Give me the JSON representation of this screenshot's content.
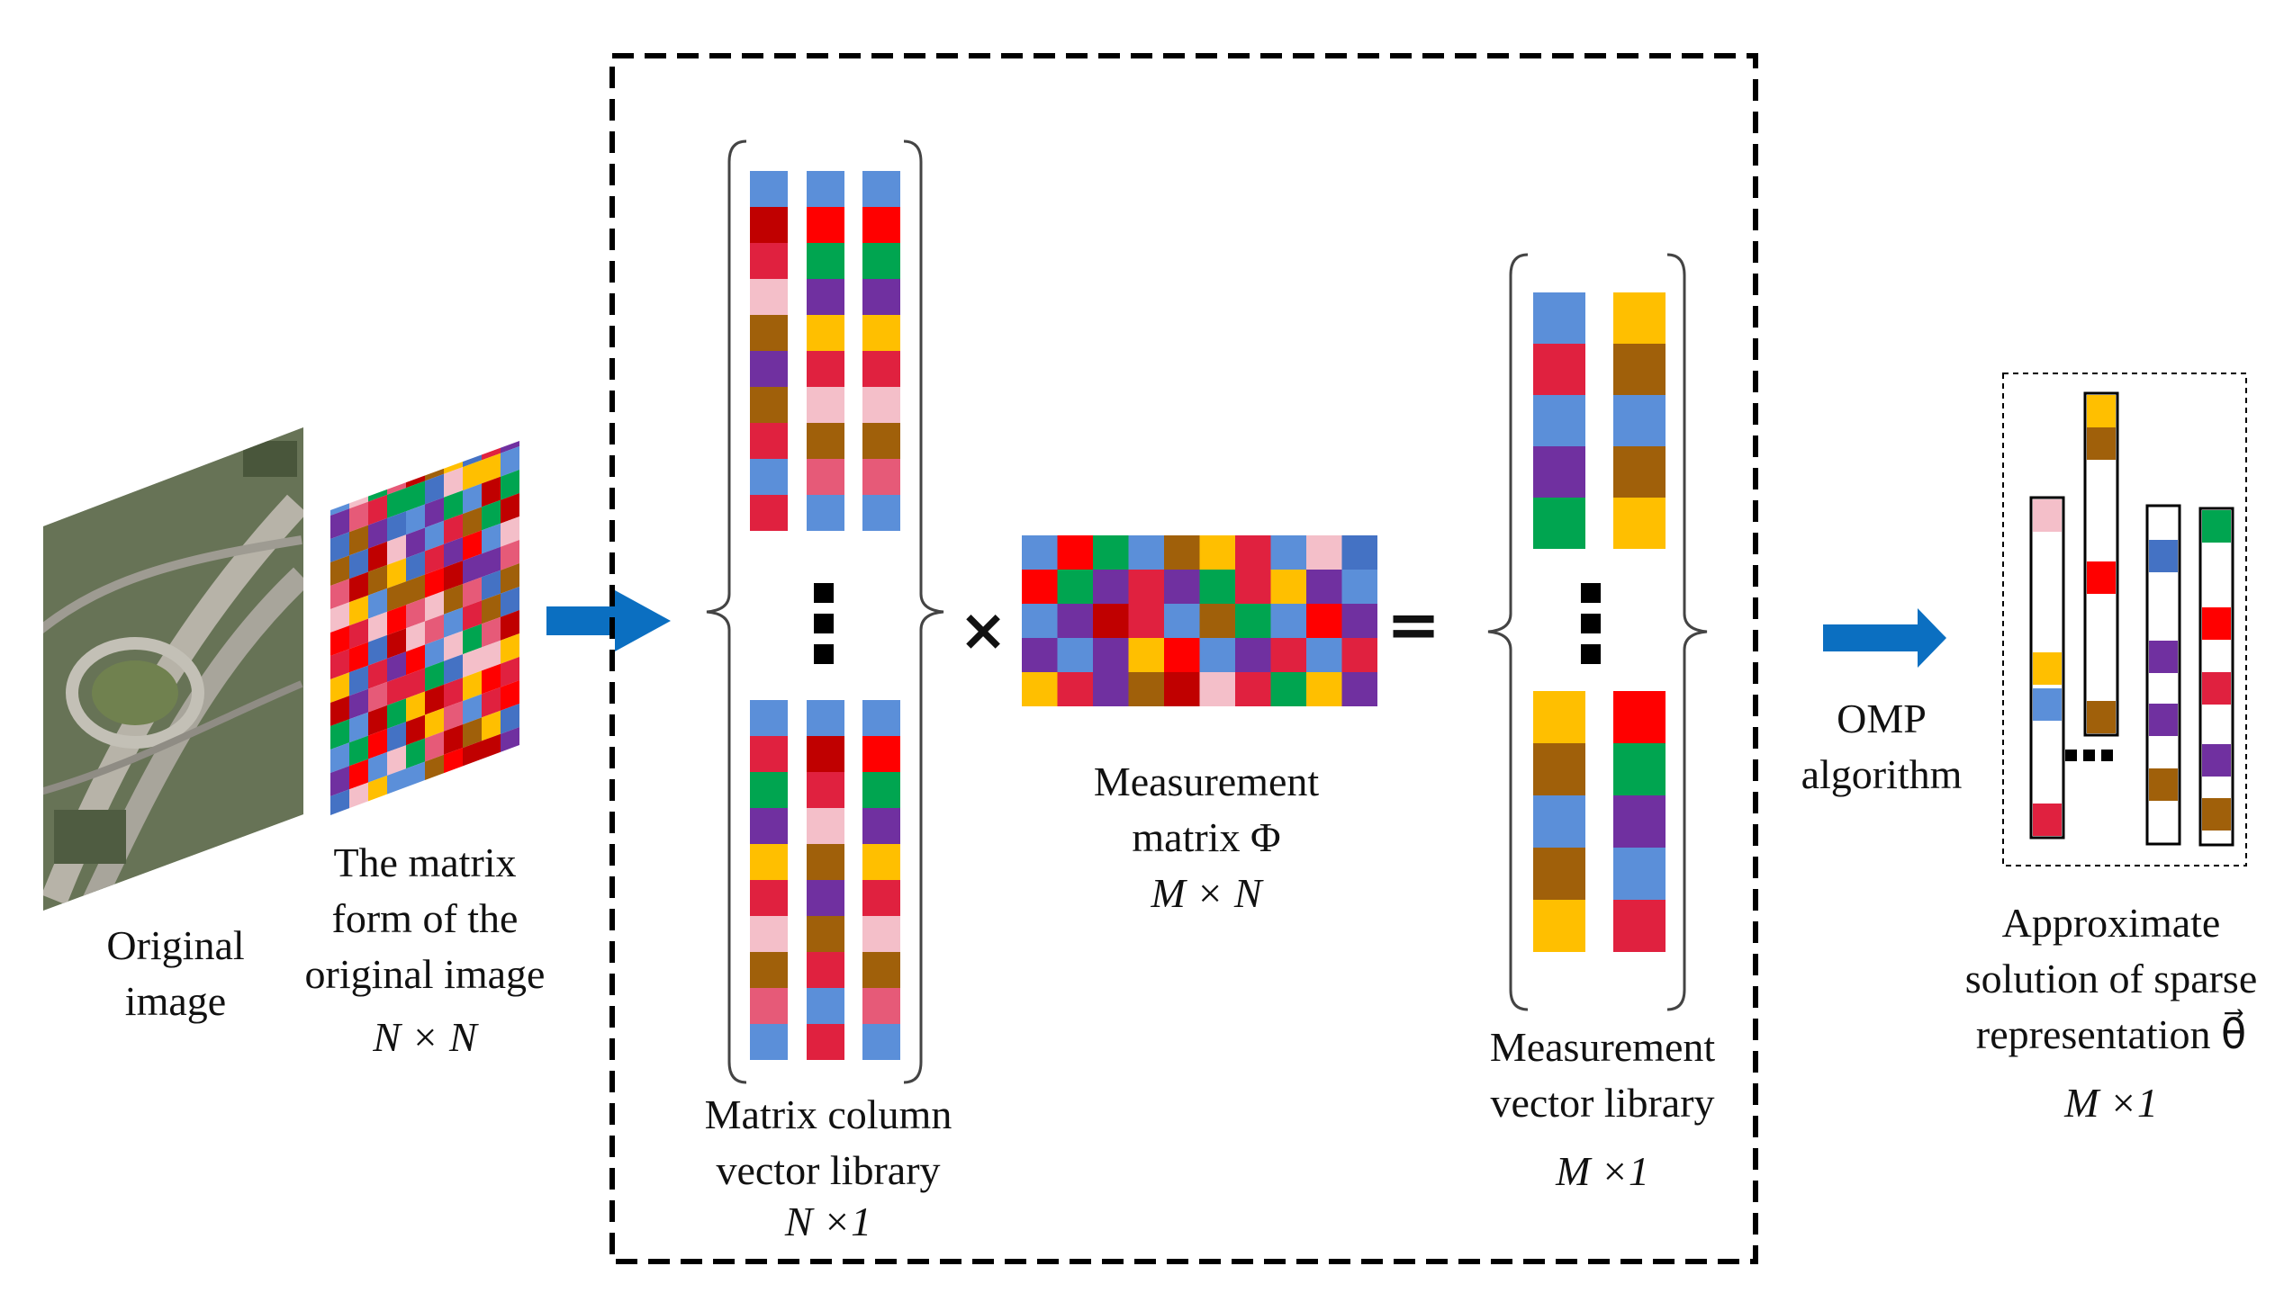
{
  "colors": {
    "palette": [
      "#5b8fd9",
      "#c00000",
      "#e0213f",
      "#f4bfc9",
      "#a0600a",
      "#7030a0",
      "#00a550",
      "#ffbf00",
      "#ff0000",
      "#e65a78",
      "#4472c4"
    ],
    "arrow": "#0b6fc1",
    "frame": "#000000"
  },
  "labels": {
    "original_image": [
      "Original",
      "image"
    ],
    "matrix_form": [
      "The matrix",
      "form of the",
      "original image"
    ],
    "matrix_form_dim": "N × N",
    "column_library": [
      "Matrix column",
      "vector library"
    ],
    "column_library_dim": "N ×1",
    "measurement_matrix": [
      "Measurement",
      "matrix Φ"
    ],
    "measurement_matrix_dim": "M × N",
    "measurement_library": [
      "Measurement",
      "vector library"
    ],
    "measurement_library_dim": "M ×1",
    "omp": [
      "OMP",
      "algorithm"
    ],
    "approximate": [
      "Approximate",
      "solution of sparse",
      "representation θ⃗"
    ],
    "approximate_dim": "M ×1",
    "times_sign": "×",
    "equals_sign": "="
  },
  "photo": {
    "description_hidden": "aerial road interchange"
  }
}
